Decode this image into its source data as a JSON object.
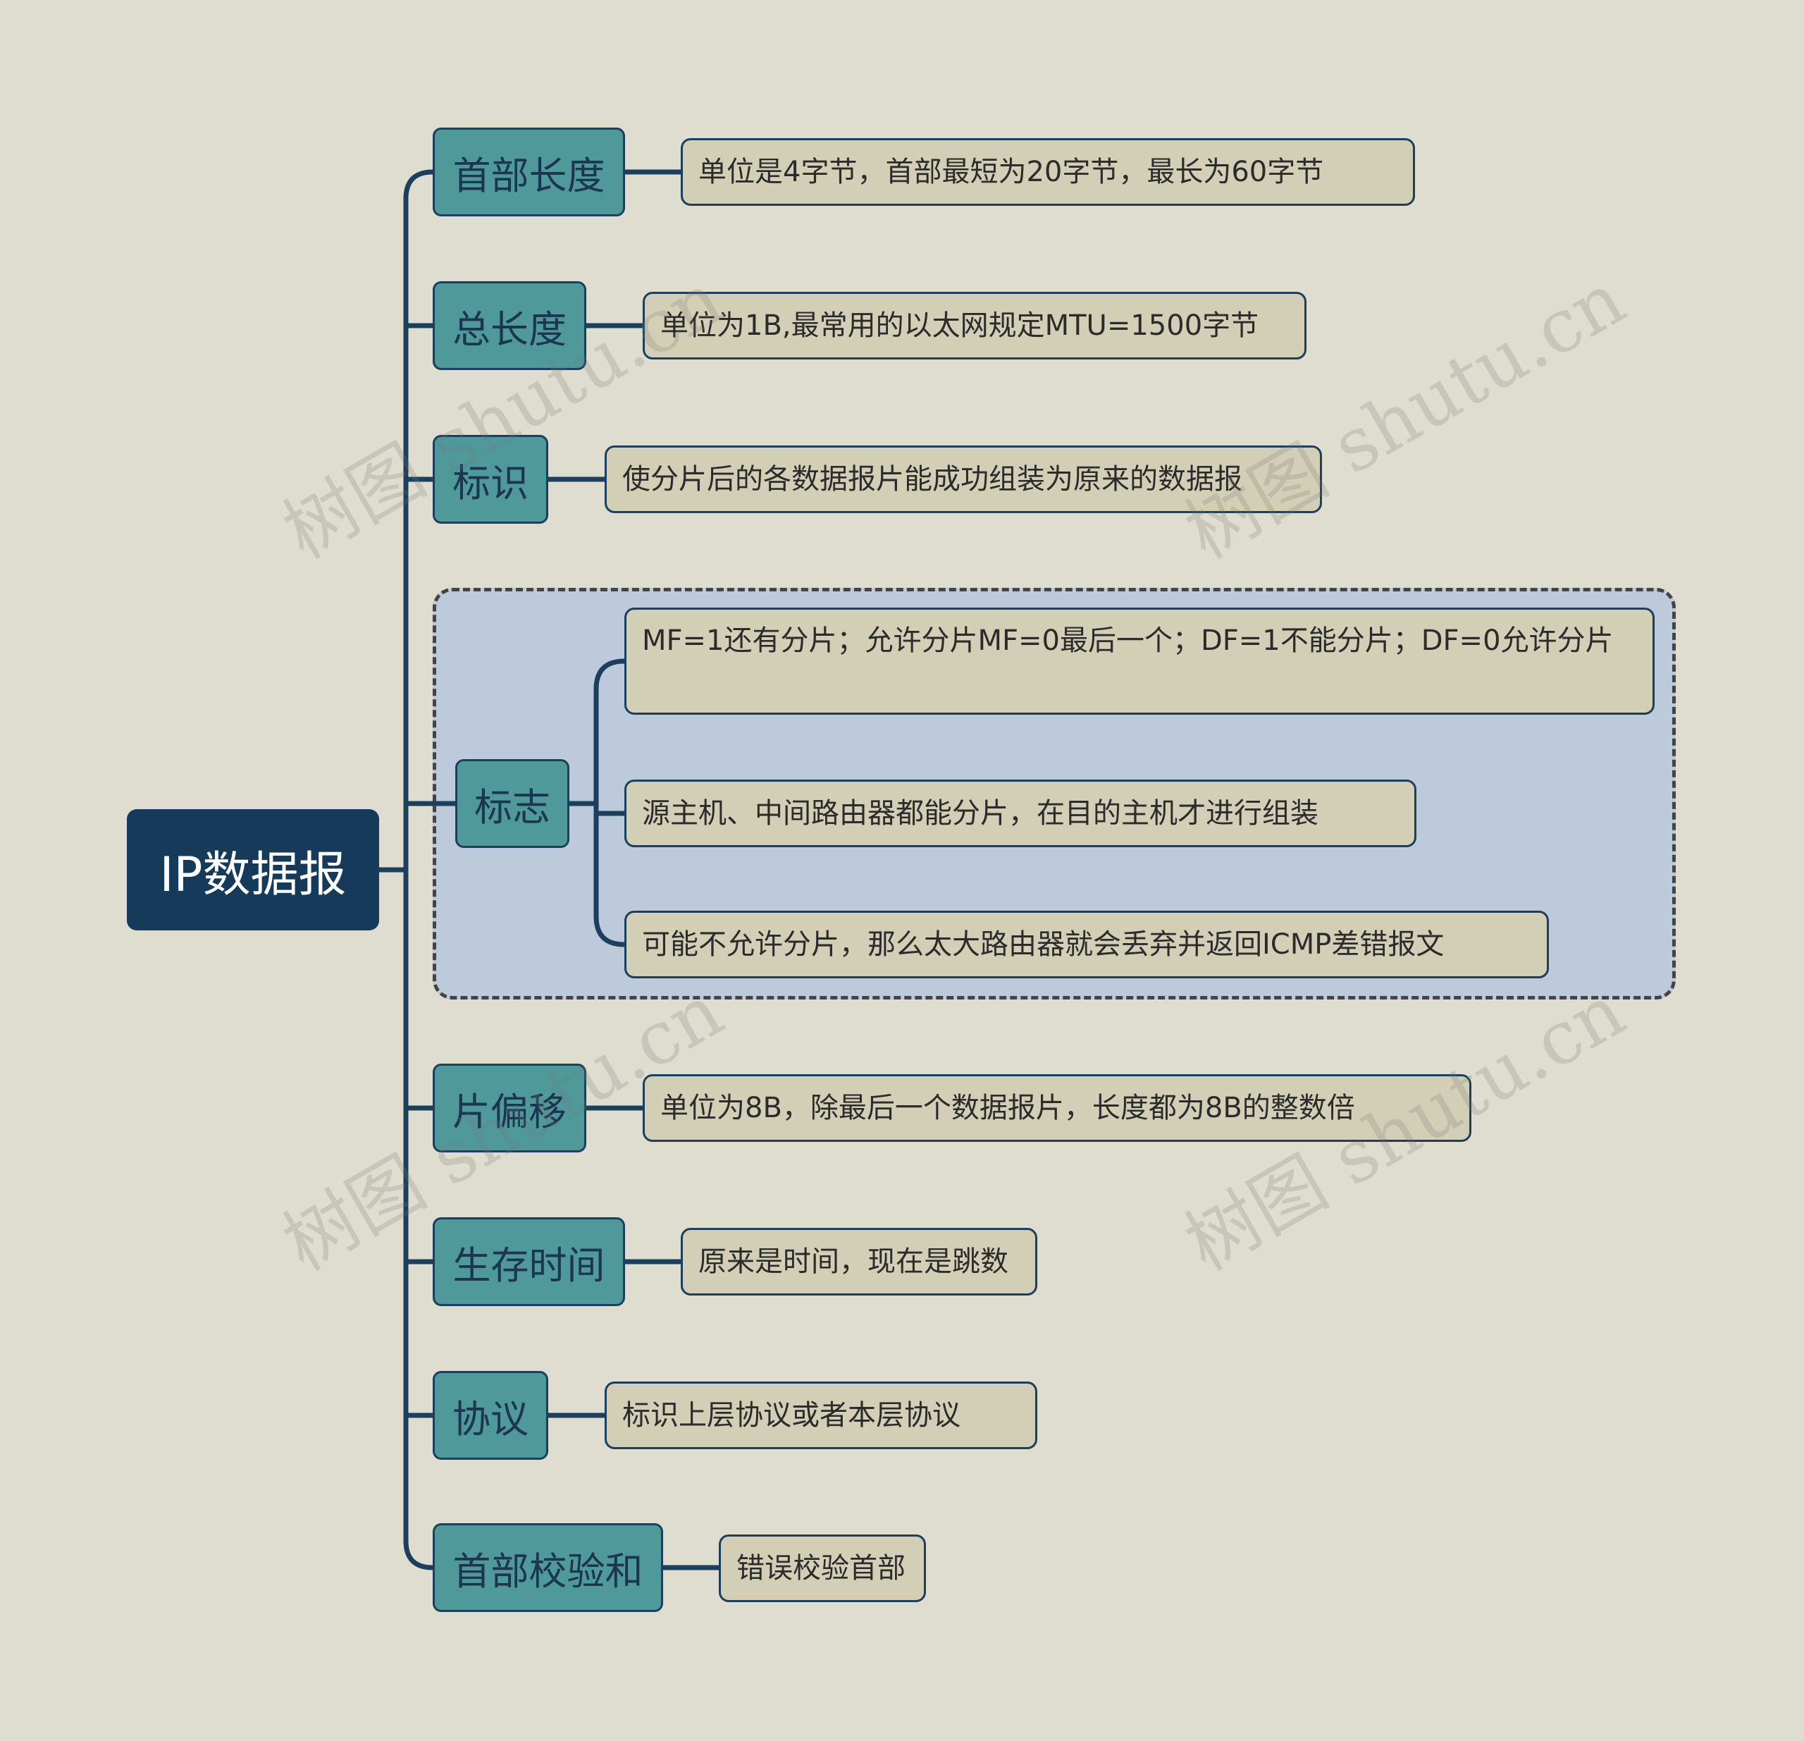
{
  "root": {
    "label": "IP数据报"
  },
  "branches": [
    {
      "label": "首部长度",
      "leaves": [
        "单位是4字节，首部最短为20字节，最长为60字节"
      ]
    },
    {
      "label": "总长度",
      "leaves": [
        "单位为1B,最常用的以太网规定MTU=1500字节"
      ]
    },
    {
      "label": "标识",
      "leaves": [
        "使分片后的各数据报片能成功组装为原来的数据报"
      ]
    },
    {
      "label": "标志",
      "leaves": [
        "MF=1还有分片；允许分片MF=0最后一个；DF=1不能分片；DF=0允许分片",
        "源主机、中间路由器都能分片，在目的主机才进行组装",
        "可能不允许分片，那么太大路由器就会丢弃并返回ICMP差错报文"
      ]
    },
    {
      "label": "片偏移",
      "leaves": [
        "单位为8B，除最后一个数据报片，长度都为8B的整数倍"
      ]
    },
    {
      "label": "生存时间",
      "leaves": [
        "原来是时间，现在是跳数"
      ]
    },
    {
      "label": "协议",
      "leaves": [
        "标识上层协议或者本层协议"
      ]
    },
    {
      "label": "首部校验和",
      "leaves": [
        "错误校验首部"
      ]
    }
  ],
  "watermark": "树图 shutu.cn",
  "colors": {
    "background": "#dfddcf",
    "root": "#163a5a",
    "branch": "#4f999b",
    "leaf": "#d2cfb6",
    "connector": "#1c3f5c",
    "group": "#bccadb"
  }
}
